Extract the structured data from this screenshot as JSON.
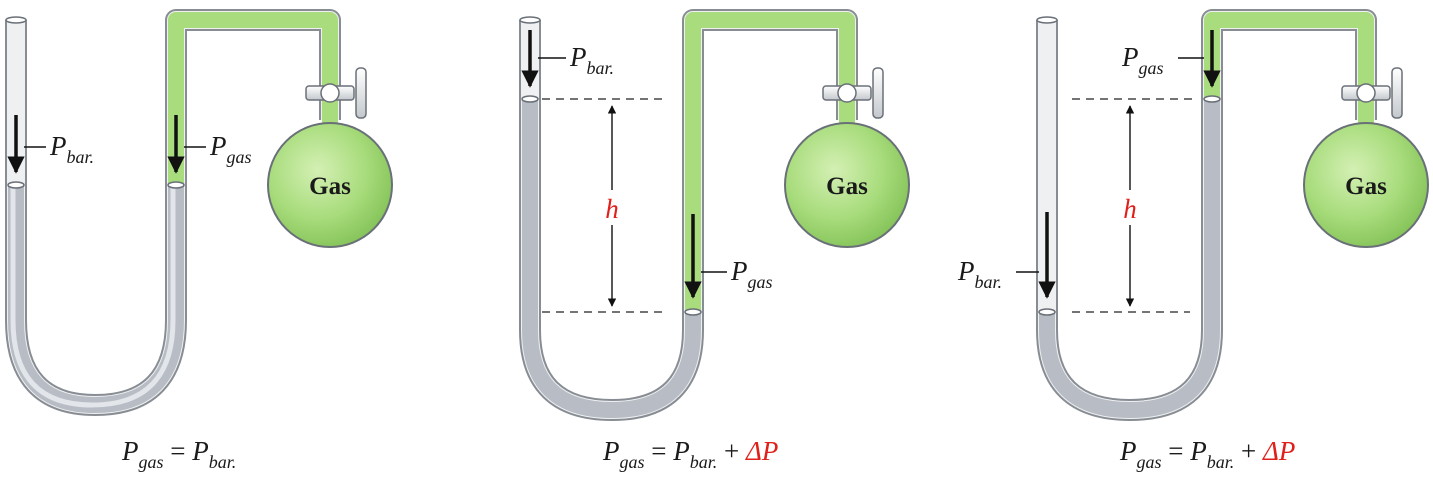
{
  "labels": {
    "p": "P",
    "bar": "bar.",
    "gas": "gas",
    "gas_bulb": "Gas",
    "h": "h",
    "equals": "=",
    "plus": "+",
    "delta_p": "ΔP"
  },
  "colors": {
    "liquid": "#b8bcc4",
    "gas_fill": "#a8dc7c",
    "tube": "#e9ecef",
    "accent": "#e0201b"
  },
  "panels": [
    {
      "equation": {
        "lhs": "gas",
        "rhs": "bar.",
        "extra": ""
      }
    },
    {
      "equation": {
        "lhs": "gas",
        "rhs": "bar.",
        "extra": "ΔP"
      }
    },
    {
      "equation": {
        "lhs": "gas",
        "rhs": "bar.",
        "extra": "ΔP"
      }
    }
  ]
}
